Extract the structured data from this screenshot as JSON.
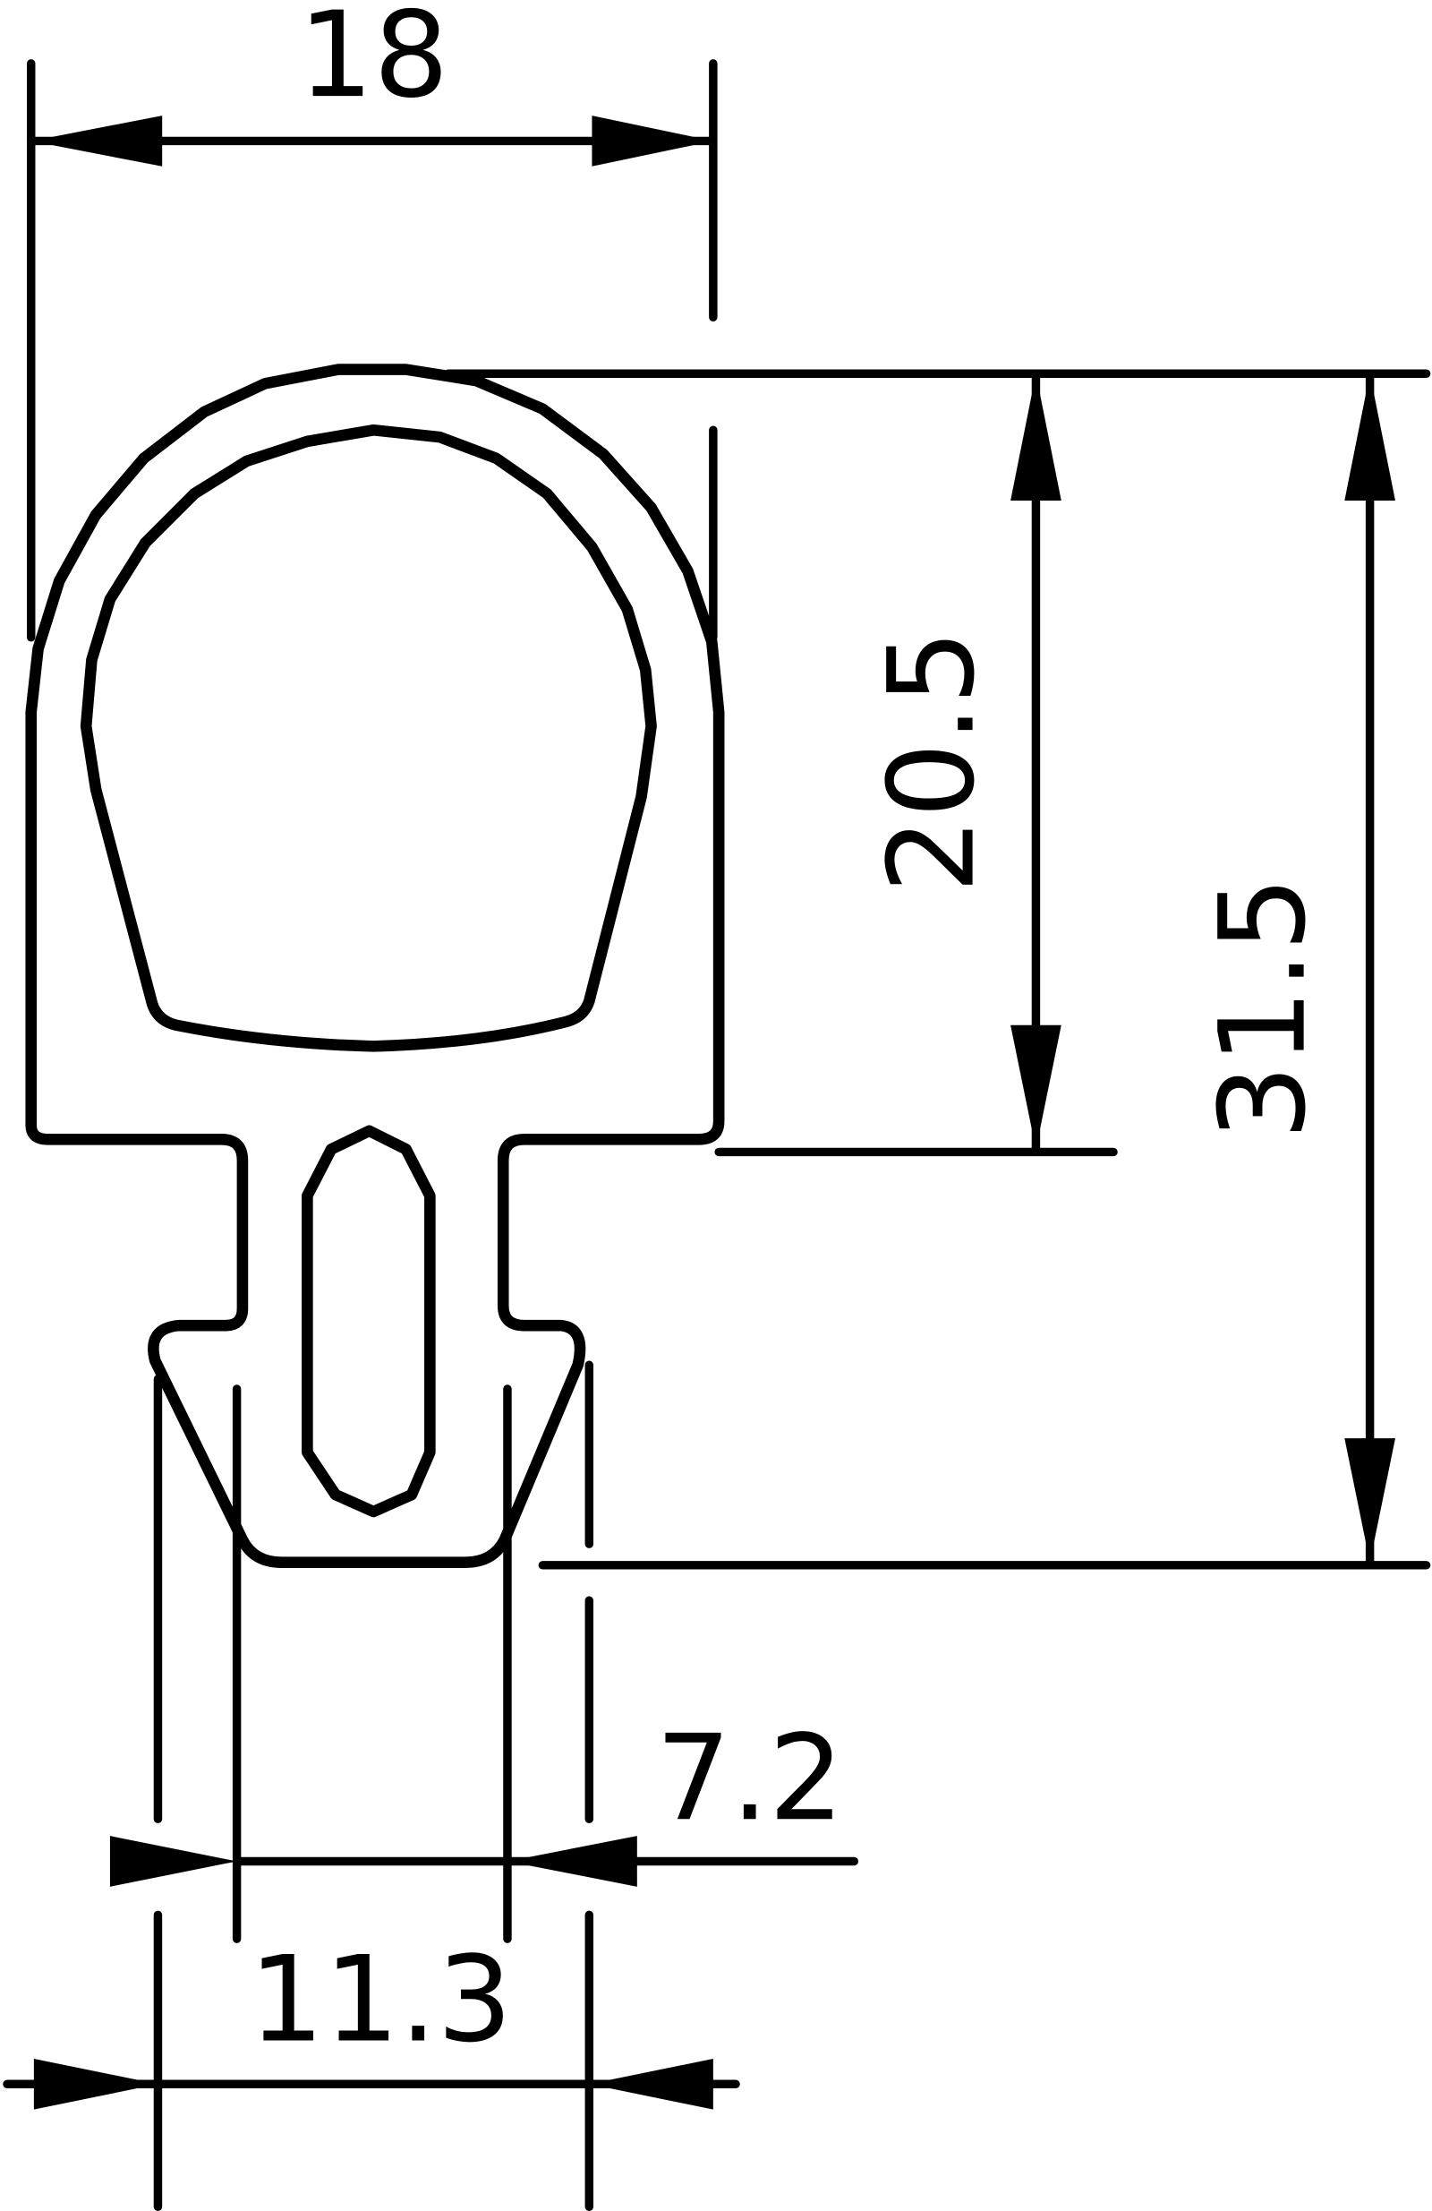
{
  "dimensions": {
    "overall_width": "18",
    "bulb_height": "20.5",
    "overall_height": "31.5",
    "stem_width": "7.2",
    "foot_width": "11.3"
  },
  "colors": {
    "line": "#000000",
    "background": "#ffffff"
  }
}
